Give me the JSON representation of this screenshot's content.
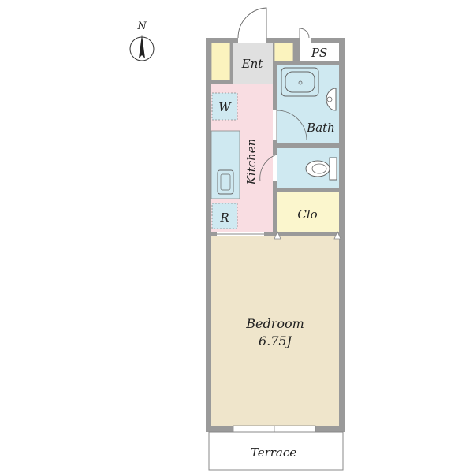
{
  "compass": {
    "north_label": "N"
  },
  "rooms": {
    "entrance": "Ent",
    "pipe_space": "PS",
    "washer": "W",
    "kitchen": "Kitchen",
    "bath": "Bath",
    "refrigerator": "R",
    "closet": "Clo",
    "bedroom": "Bedroom",
    "bedroom_size": "6.75J",
    "terrace": "Terrace"
  },
  "colors": {
    "wall": "#9a9a9a",
    "entrance": "#e0e0e0",
    "kitchen": "#f9dde2",
    "bath": "#cfe9f1",
    "closet": "#fbf6cd",
    "bedroom": "#efe5cb",
    "shelf": "#fbf3be",
    "counter": "#cfe9f1"
  }
}
